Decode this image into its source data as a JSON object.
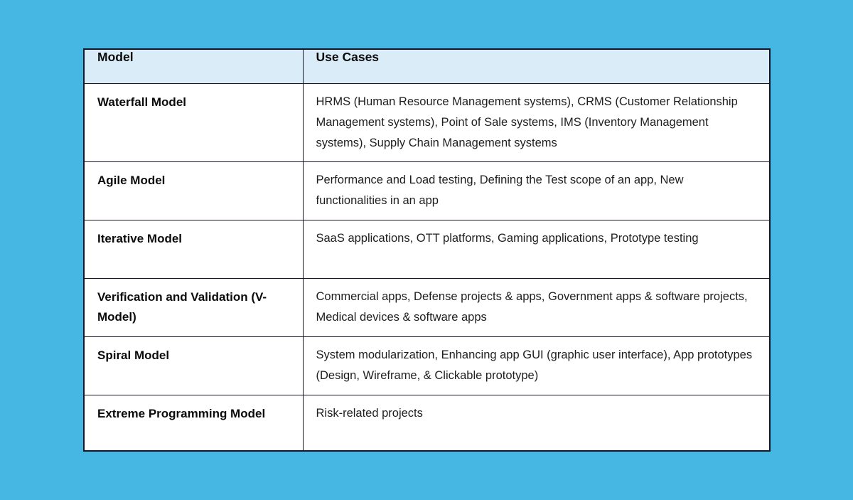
{
  "page": {
    "background_color": "#45b7e2",
    "header_bg_color": "#d9ecf7",
    "border_color": "#141628"
  },
  "table": {
    "headers": {
      "model": "Model",
      "use_cases": "Use Cases"
    },
    "rows": [
      {
        "model": "Waterfall Model",
        "use_cases": "HRMS (Human Resource Management systems), CRMS (Customer Relationship Management systems), Point of Sale systems, IMS (Inventory Management systems), Supply Chain Management systems"
      },
      {
        "model": "Agile Model",
        "use_cases": "Performance and Load testing, Defining the Test scope of an app, New functionalities in an app"
      },
      {
        "model": "Iterative Model",
        "use_cases": "SaaS applications, OTT platforms, Gaming applications, Prototype testing"
      },
      {
        "model": "Verification and Validation (V-Model)",
        "use_cases": "Commercial apps, Defense projects & apps, Government apps & software projects, Medical devices & software apps"
      },
      {
        "model": "Spiral Model",
        "use_cases": "System modularization, Enhancing app GUI (graphic user interface), App prototypes (Design, Wireframe, & Clickable prototype)"
      },
      {
        "model": "Extreme Programming Model",
        "use_cases": "Risk-related projects"
      }
    ]
  },
  "chart_data": {
    "type": "table",
    "title": "",
    "columns": [
      "Model",
      "Use Cases"
    ],
    "rows": [
      [
        "Waterfall Model",
        "HRMS (Human Resource Management systems), CRMS (Customer Relationship Management systems), Point of Sale systems, IMS (Inventory Management systems), Supply Chain Management systems"
      ],
      [
        "Agile Model",
        "Performance and Load testing, Defining the Test scope of an app, New functionalities in an app"
      ],
      [
        "Iterative Model",
        "SaaS applications, OTT platforms, Gaming applications, Prototype testing"
      ],
      [
        "Verification and Validation (V-Model)",
        "Commercial apps, Defense projects & apps, Government apps & software projects, Medical devices & software apps"
      ],
      [
        "Spiral Model",
        "System modularization, Enhancing app GUI (graphic user interface), App prototypes (Design, Wireframe, & Clickable prototype)"
      ],
      [
        "Extreme Programming Model",
        "Risk-related projects"
      ]
    ]
  }
}
